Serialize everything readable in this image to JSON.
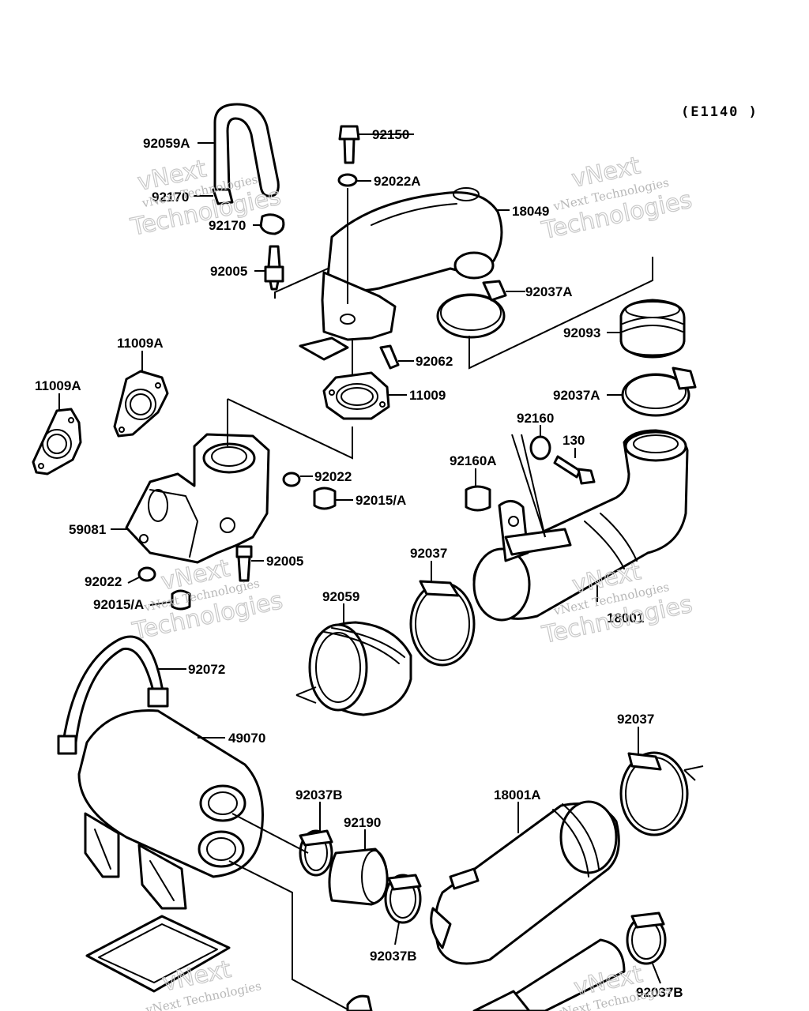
{
  "diagram": {
    "ref_code": "(E1140 )",
    "watermark_line1": "vNext Technologies",
    "watermark_line2": "Technologies",
    "watermark_small": "vNext",
    "parts": [
      "92059A",
      "92150",
      "92022A",
      "92170",
      "92170",
      "18049",
      "92005",
      "92037A",
      "92093",
      "92062",
      "11009A",
      "11009A",
      "11009",
      "92037A",
      "92160",
      "130",
      "92160A",
      "92022",
      "92015/A",
      "59081",
      "92005",
      "92022",
      "92015/A",
      "92037",
      "92059",
      "18001",
      "92072",
      "49070",
      "92037",
      "92037B",
      "92190",
      "18001A",
      "92037B",
      "92037B"
    ]
  }
}
